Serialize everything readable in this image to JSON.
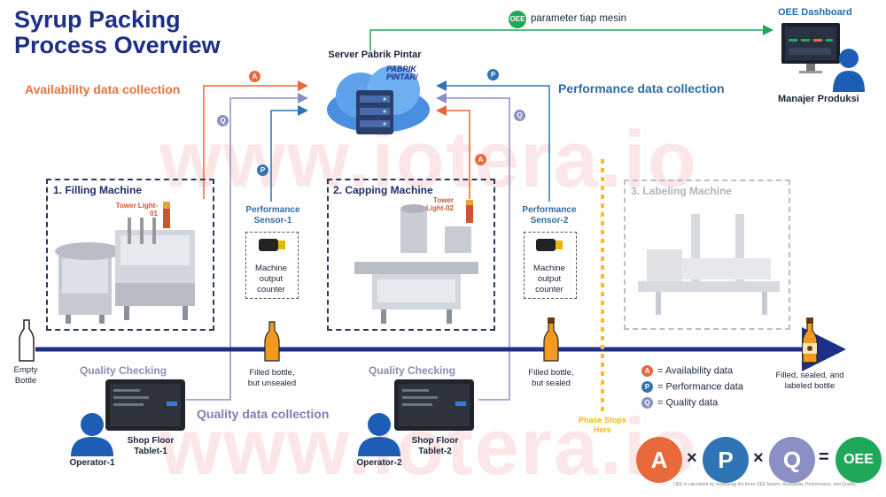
{
  "title": {
    "line1": "Syrup Packing",
    "line2": "Process Overview"
  },
  "watermark": "www.iotera.io",
  "server": {
    "title": "Server Pabrik Pintar",
    "logo_line1": "PABRIK",
    "logo_line2": "PINTAR/"
  },
  "oee_param": {
    "badge": "OEE",
    "label": "parameter tiap mesin"
  },
  "dashboard": {
    "title": "OEE Dashboard",
    "user": "Manajer Produksi"
  },
  "collections": {
    "availability": "Availability data collection",
    "performance": "Performance data collection",
    "quality": "Quality data collection"
  },
  "badges": {
    "a": "A",
    "p": "P",
    "q": "Q"
  },
  "machines": {
    "filling": {
      "title": "1. Filling Machine",
      "tower": "Tower Light-01"
    },
    "capping": {
      "title": "2. Capping Machine",
      "tower": "Tower Light-02"
    },
    "labeling": {
      "title": "3. Labeling Machine"
    }
  },
  "sensors": {
    "s1": {
      "title_line1": "Performance",
      "title_line2": "Sensor-1",
      "counter_line1": "Machine",
      "counter_line2": "output",
      "counter_line3": "counter"
    },
    "s2": {
      "title_line1": "Performance",
      "title_line2": "Sensor-2",
      "counter_line1": "Machine",
      "counter_line2": "output",
      "counter_line3": "counter"
    }
  },
  "bottles": {
    "empty": {
      "line1": "Empty",
      "line2": "Bottle"
    },
    "unsealed": {
      "line1": "Filled bottle,",
      "line2": "but unsealed"
    },
    "sealed": {
      "line1": "Filled bottle,",
      "line2": "but sealed"
    },
    "final": {
      "line1": "Filled, sealed, and",
      "line2": "labeled bottle"
    }
  },
  "quality": {
    "qc1": {
      "title": "Quality Checking",
      "tablet_line1": "Shop Floor",
      "tablet_line2": "Tablet-1",
      "operator": "Operator-1"
    },
    "qc2": {
      "title": "Quality Checking",
      "tablet_line1": "Shop Floor",
      "tablet_line2": "Tablet-2",
      "operator": "Operator-2"
    }
  },
  "phase": {
    "line1": "Phase Stops",
    "line2": "Here"
  },
  "legend": {
    "a": "= Availability data",
    "p": "= Performance data",
    "q": "= Quality data"
  },
  "formula": {
    "a": "A",
    "times1": "×",
    "p": "P",
    "times2": "×",
    "q": "Q",
    "equals": "=",
    "oee": "OEE"
  },
  "footnote": "OEE is calculated by multiplying the three OEE factors: Availability, Performance, and Quality",
  "colors": {
    "availability": "#e8693a",
    "performance": "#2f74b5",
    "quality": "#8b8fc4",
    "oee": "#1fa85a",
    "navy": "#1d2f86",
    "phase": "#f2c21e"
  }
}
